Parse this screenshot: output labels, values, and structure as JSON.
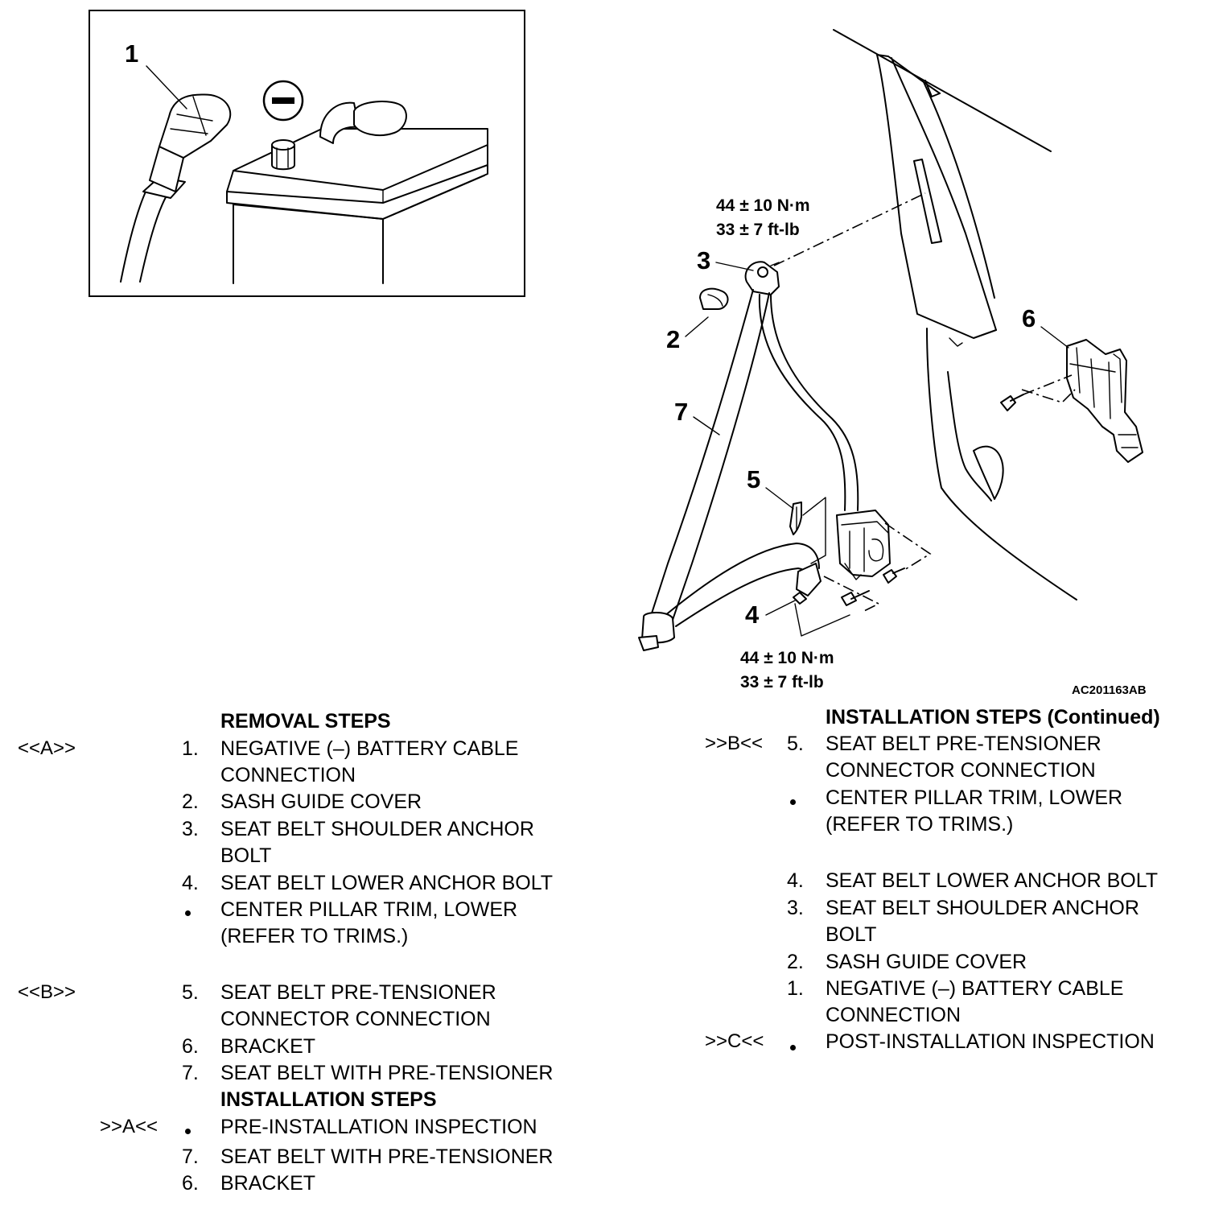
{
  "figure": {
    "callouts": [
      "1",
      "2",
      "3",
      "4",
      "5",
      "6",
      "7"
    ],
    "upper_torque": {
      "metric": "44 ± 10 N·m",
      "imperial": "33 ± 7 ft-lb"
    },
    "lower_torque": {
      "metric": "44 ± 10 N·m",
      "imperial": "33 ± 7 ft-lb"
    },
    "figure_id": "AC201163AB",
    "negative_symbol": "minus-sign-icon"
  },
  "removal": {
    "heading": "REMOVAL STEPS",
    "steps": [
      {
        "mark": "<<A>>",
        "num": "1.",
        "lines": [
          "NEGATIVE (–) BATTERY CABLE",
          "CONNECTION"
        ]
      },
      {
        "mark": "",
        "num": "2.",
        "lines": [
          "SASH GUIDE COVER"
        ]
      },
      {
        "mark": "",
        "num": "3.",
        "lines": [
          "SEAT BELT SHOULDER ANCHOR",
          "BOLT"
        ]
      },
      {
        "mark": "",
        "num": "4.",
        "lines": [
          "SEAT BELT LOWER ANCHOR BOLT"
        ]
      },
      {
        "mark": "",
        "num": "•",
        "lines": [
          "CENTER PILLAR TRIM, LOWER",
          "(REFER TO TRIMS.)"
        ]
      },
      {
        "mark": "<<B>>",
        "num": "5.",
        "lines": [
          "SEAT BELT PRE-TENSIONER",
          "CONNECTOR CONNECTION"
        ]
      },
      {
        "mark": "",
        "num": "6.",
        "lines": [
          "BRACKET"
        ]
      },
      {
        "mark": "",
        "num": "7.",
        "lines": [
          "SEAT BELT WITH PRE-TENSIONER"
        ]
      }
    ]
  },
  "installation": {
    "heading": "INSTALLATION STEPS",
    "steps": [
      {
        "mark": ">>A<<",
        "num": "•",
        "lines": [
          "PRE-INSTALLATION INSPECTION"
        ]
      },
      {
        "mark": "",
        "num": "7.",
        "lines": [
          "SEAT BELT WITH PRE-TENSIONER"
        ]
      },
      {
        "mark": "",
        "num": "6.",
        "lines": [
          "BRACKET"
        ]
      }
    ]
  },
  "installation_continued": {
    "heading": "INSTALLATION STEPS (Continued)",
    "steps": [
      {
        "mark": ">>B<<",
        "num": "5.",
        "lines": [
          "SEAT BELT PRE-TENSIONER",
          "CONNECTOR CONNECTION"
        ]
      },
      {
        "mark": "",
        "num": "•",
        "lines": [
          "CENTER PILLAR TRIM, LOWER",
          "(REFER TO TRIMS.)"
        ]
      },
      {
        "mark": "",
        "num": "4.",
        "lines": [
          "SEAT BELT LOWER ANCHOR BOLT"
        ]
      },
      {
        "mark": "",
        "num": "3.",
        "lines": [
          "SEAT BELT SHOULDER ANCHOR",
          "BOLT"
        ]
      },
      {
        "mark": "",
        "num": "2.",
        "lines": [
          "SASH GUIDE COVER"
        ]
      },
      {
        "mark": "",
        "num": "1.",
        "lines": [
          "NEGATIVE (–) BATTERY CABLE",
          "CONNECTION"
        ]
      },
      {
        "mark": ">>C<<",
        "num": "•",
        "lines": [
          "POST-INSTALLATION INSPECTION"
        ]
      }
    ]
  }
}
